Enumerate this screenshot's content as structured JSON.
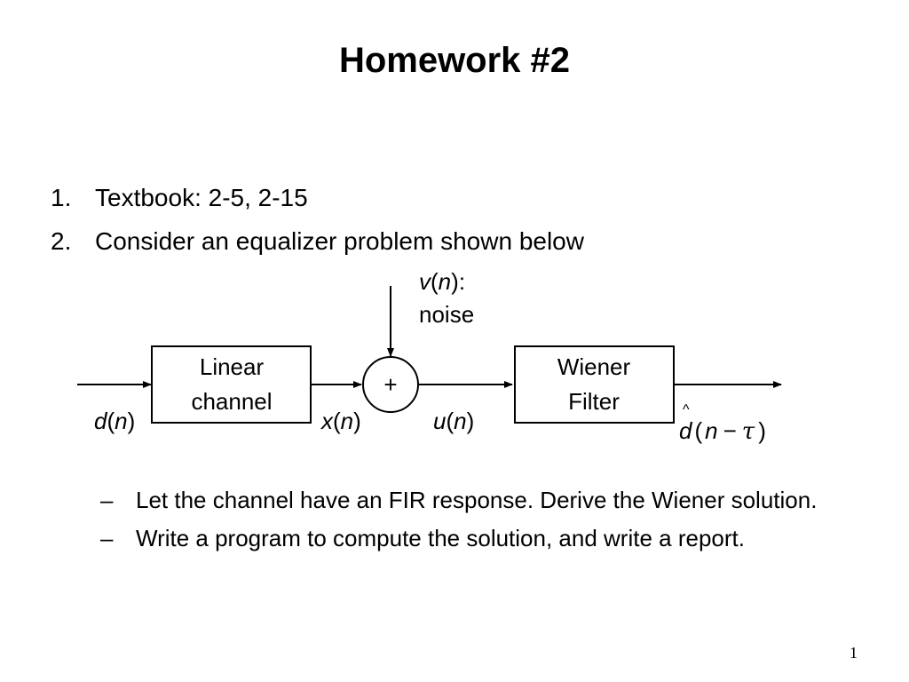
{
  "slide": {
    "title": "Homework #2",
    "items": [
      {
        "num": "1.",
        "text": "Textbook: 2-5, 2-15"
      },
      {
        "num": "2.",
        "text": "Consider an equalizer problem shown below"
      }
    ],
    "diagram": {
      "noise_label": {
        "var": "v",
        "arg": "n",
        "suffix": ":",
        "line2": "noise"
      },
      "channel_block": {
        "line1": "Linear",
        "line2": "channel"
      },
      "adder_symbol": "+",
      "filter_block": {
        "line1": "Wiener",
        "line2": "Filter"
      },
      "signal_d": {
        "var": "d",
        "arg": "n"
      },
      "signal_x": {
        "var": "x",
        "arg": "n"
      },
      "signal_u": {
        "var": "u",
        "arg": "n"
      },
      "output": {
        "hat": "^",
        "var": "d",
        "arg": "n",
        "minus": "−",
        "delay": "τ"
      }
    },
    "subitems": [
      {
        "dash": "–",
        "text": "Let the channel have an FIR response. Derive the Wiener solution."
      },
      {
        "dash": "–",
        "text": "Write a program to compute the solution, and write a report."
      }
    ],
    "page_number": "1"
  }
}
